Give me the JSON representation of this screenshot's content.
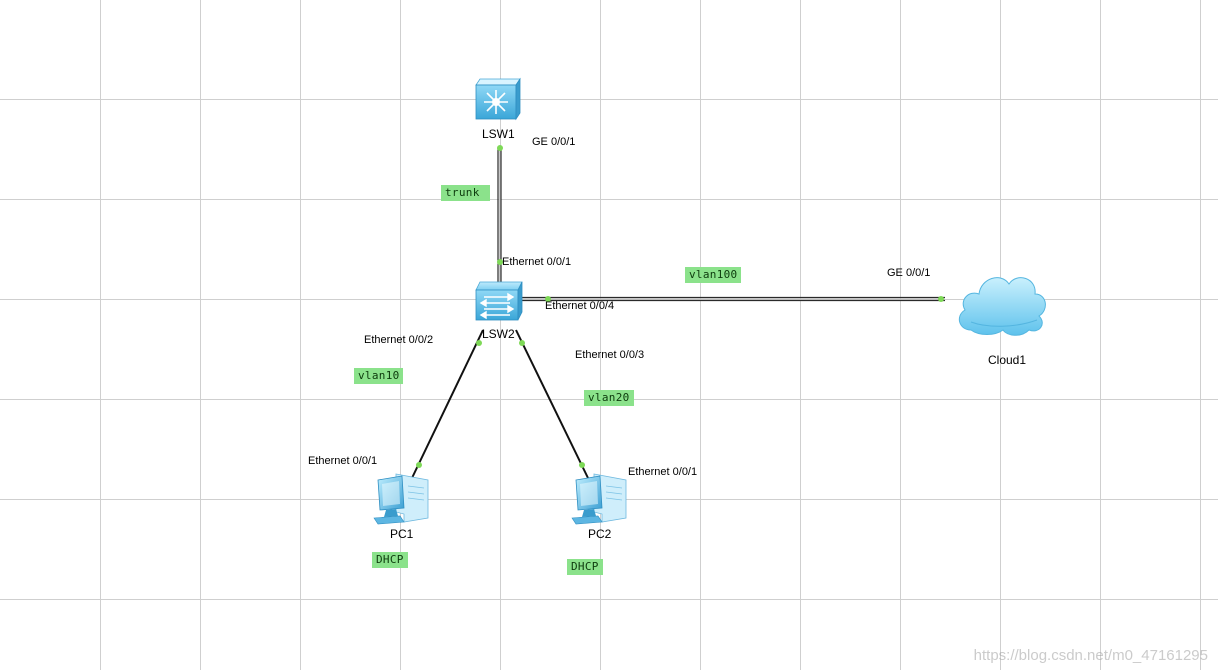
{
  "devices": {
    "lsw1": {
      "label": "LSW1",
      "icon": "core-switch-icon"
    },
    "lsw2": {
      "label": "LSW2",
      "icon": "switch-icon"
    },
    "pc1": {
      "label": "PC1",
      "icon": "pc-icon"
    },
    "pc2": {
      "label": "PC2",
      "icon": "pc-icon"
    },
    "cloud1": {
      "label": "Cloud1",
      "icon": "cloud-icon"
    }
  },
  "ports": {
    "lsw1_ge": "GE 0/0/1",
    "lsw2_e1": "Ethernet 0/0/1",
    "lsw2_e4": "Ethernet 0/0/4",
    "cloud_ge": "GE 0/0/1",
    "lsw2_e2": "Ethernet 0/0/2",
    "lsw2_e3": "Ethernet 0/0/3",
    "pc1_e1": "Ethernet 0/0/1",
    "pc2_e1": "Ethernet 0/0/1"
  },
  "tags": {
    "trunk": "trunk",
    "vlan100": "vlan100",
    "vlan10": "vlan10",
    "vlan20": "vlan20",
    "pc1_dhcp": "DHCP",
    "pc2_dhcp": "DHCP"
  },
  "watermark": "https://blog.csdn.net/m0_47161295",
  "colors": {
    "link": "#1a1a1a",
    "port_dot": "#7ed957",
    "tag_bg": "#8be28b",
    "grid": "#cfcfcf",
    "device_blue": "#6cc6ee"
  }
}
